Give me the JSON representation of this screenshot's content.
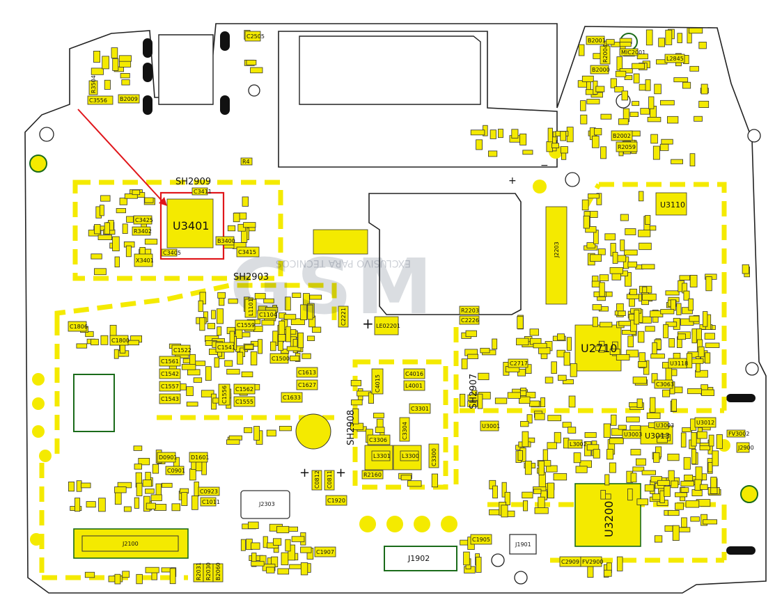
{
  "watermark": {
    "main": "GSM",
    "sub": "EXCLUSIVO PARA TECNICOS"
  },
  "highlight": {
    "color": "#e0161b",
    "target": "U3401"
  },
  "colors": {
    "component": "#f4ea00",
    "outline": "#222222",
    "ring": "#1a6b1a"
  },
  "shields": {
    "sh2909": "SH2909",
    "sh2903": "SH2903",
    "sh2907": "SH2907",
    "sh2908": "SH2908"
  },
  "major_parts": {
    "u3401": "U3401",
    "u2710": "U2710",
    "u3200": "U3200",
    "u3110": "U3110",
    "u3013": "U3013",
    "j1902": "J1902",
    "j2100": "J2100",
    "j2303": "J2303",
    "j2203": "J2203",
    "j1901": "J1901"
  },
  "markers": {
    "plus": "+",
    "minus": "−"
  },
  "component_labels": [
    {
      "key": "c3556",
      "text": "C3556"
    },
    {
      "key": "b2009",
      "text": "B2009"
    },
    {
      "key": "r3504",
      "text": "R3504"
    },
    {
      "key": "c3425",
      "text": "C3425"
    },
    {
      "key": "r3402",
      "text": "R3402"
    },
    {
      "key": "x3401",
      "text": "X3401"
    },
    {
      "key": "c3415",
      "text": "C3415"
    },
    {
      "key": "c3405",
      "text": "C3405"
    },
    {
      "key": "b3400",
      "text": "B3400"
    },
    {
      "key": "c3411",
      "text": "C3411"
    },
    {
      "key": "r4",
      "text": "R4"
    },
    {
      "key": "c1806",
      "text": "C1806"
    },
    {
      "key": "c1800",
      "text": "C1800"
    },
    {
      "key": "c1561",
      "text": "C1561"
    },
    {
      "key": "c1542",
      "text": "C1542"
    },
    {
      "key": "c1557",
      "text": "C1557"
    },
    {
      "key": "c1543",
      "text": "C1543"
    },
    {
      "key": "c1522",
      "text": "C1522"
    },
    {
      "key": "c1559",
      "text": "C1559"
    },
    {
      "key": "c1541",
      "text": "C1541"
    },
    {
      "key": "c1556",
      "text": "C1556"
    },
    {
      "key": "c1562",
      "text": "C1562"
    },
    {
      "key": "c1555",
      "text": "C1555"
    },
    {
      "key": "c1500",
      "text": "C1500"
    },
    {
      "key": "c1104",
      "text": "C1104"
    },
    {
      "key": "l1101",
      "text": "L1101"
    },
    {
      "key": "c1613",
      "text": "C1613"
    },
    {
      "key": "c1627",
      "text": "C1627"
    },
    {
      "key": "c1633",
      "text": "C1633"
    },
    {
      "key": "c4015",
      "text": "C4015"
    },
    {
      "key": "c4016",
      "text": "C4016"
    },
    {
      "key": "l4001",
      "text": "L4001"
    },
    {
      "key": "c3301",
      "text": "C3301"
    },
    {
      "key": "c3306",
      "text": "C3306"
    },
    {
      "key": "c3304",
      "text": "C3304"
    },
    {
      "key": "c3300",
      "text": "C3300"
    },
    {
      "key": "l3301",
      "text": "L3301"
    },
    {
      "key": "l3300",
      "text": "L3300"
    },
    {
      "key": "r2160",
      "text": "R2160"
    },
    {
      "key": "c0812",
      "text": "C0812"
    },
    {
      "key": "c0811",
      "text": "C0811"
    },
    {
      "key": "c1920",
      "text": "C1920"
    },
    {
      "key": "c1907",
      "text": "C1907"
    },
    {
      "key": "c1905",
      "text": "C1905"
    },
    {
      "key": "c2909",
      "text": "C2909"
    },
    {
      "key": "fv2900",
      "text": "FV2900"
    },
    {
      "key": "r2203",
      "text": "R2203"
    },
    {
      "key": "c2226",
      "text": "C2226"
    },
    {
      "key": "c2221",
      "text": "C2221"
    },
    {
      "key": "c2717",
      "text": "C2717"
    },
    {
      "key": "b2000",
      "text": "B2000"
    },
    {
      "key": "b2001",
      "text": "B2001"
    },
    {
      "key": "b2002",
      "text": "B2002"
    },
    {
      "key": "r2059",
      "text": "R2059"
    },
    {
      "key": "l2845",
      "text": "L2845"
    },
    {
      "key": "mic2001",
      "text": "MIC2001"
    },
    {
      "key": "r2004",
      "text": "R2004"
    },
    {
      "key": "d0901",
      "text": "D0901"
    },
    {
      "key": "d1601",
      "text": "D1601"
    },
    {
      "key": "c0901",
      "text": "C0901"
    },
    {
      "key": "c0923",
      "text": "C0923"
    },
    {
      "key": "c1011",
      "text": "C1011"
    },
    {
      "key": "r2031",
      "text": "R2031"
    },
    {
      "key": "r2030",
      "text": "R2030"
    },
    {
      "key": "b2060",
      "text": "B2060"
    },
    {
      "key": "u3012",
      "text": "U3012"
    },
    {
      "key": "u3003",
      "text": "U3003"
    },
    {
      "key": "u3001",
      "text": "U3001"
    },
    {
      "key": "l3002",
      "text": "L3002"
    },
    {
      "key": "c3063",
      "text": "C3063"
    },
    {
      "key": "u3118",
      "text": "U3118"
    },
    {
      "key": "j2900",
      "text": "J2900"
    },
    {
      "key": "fv3002",
      "text": "FV3002"
    },
    {
      "key": "le02201",
      "text": "LE02201"
    },
    {
      "key": "u3003b",
      "text": "U3003"
    },
    {
      "key": "c2505",
      "text": "C2505"
    }
  ]
}
